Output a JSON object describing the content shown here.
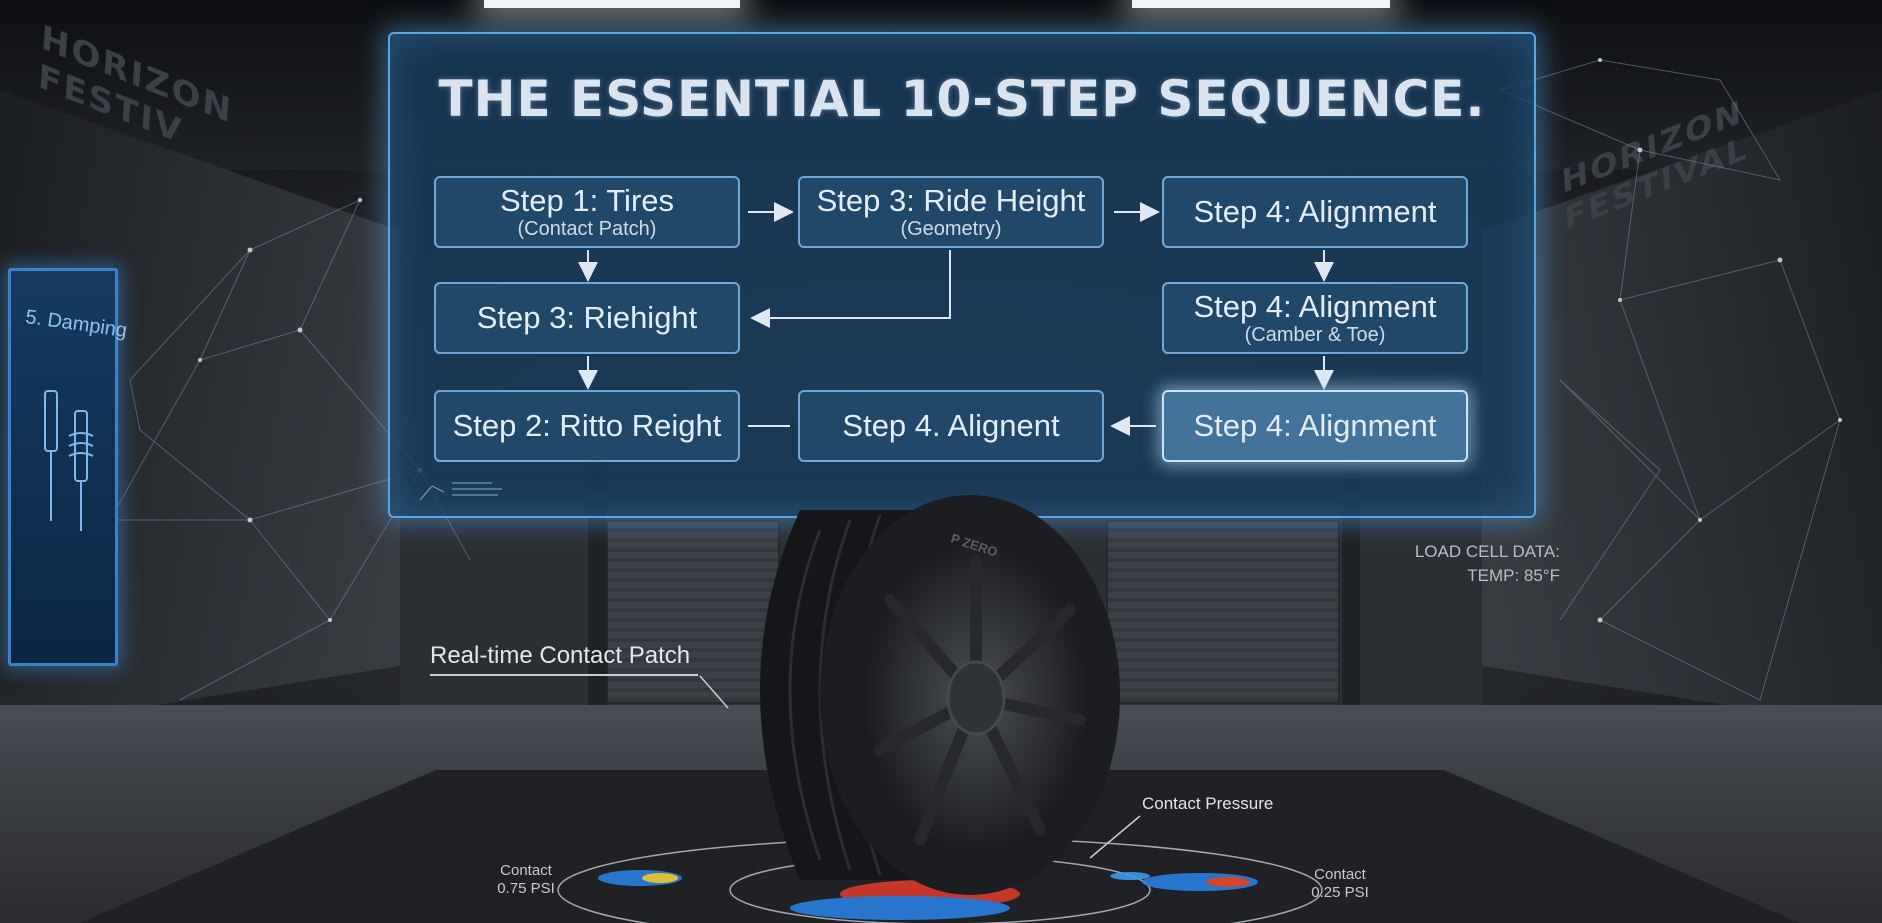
{
  "panel": {
    "title": "THE ESSENTIAL 10-STEP SEQUENCE.",
    "steps": [
      {
        "label": "Step 1: Tires",
        "sub": "(Contact Patch)"
      },
      {
        "label": "Step 3: Ride Height",
        "sub": "(Geometry)"
      },
      {
        "label": "Step 4: Alignment",
        "sub": ""
      },
      {
        "label": "Step 3: Riehight",
        "sub": ""
      },
      {
        "label": "Step 4: Alignment",
        "sub": "(Camber & Toe)"
      },
      {
        "label": "Step 2: Ritto Reight",
        "sub": ""
      },
      {
        "label": "Step 4. Alignent",
        "sub": ""
      },
      {
        "label": "Step 4: Alignment",
        "sub": ""
      }
    ]
  },
  "left_display": {
    "title": "5. Damping"
  },
  "walls": {
    "left_sign": "HORIZON FESTIV",
    "right_sign": "HORIZON FESTIVAL"
  },
  "overlay": {
    "load_cell_line1": "LOAD CELL DATA:",
    "load_cell_line2": "TEMP: 85°F",
    "realtime_label": "Real-time Contact Patch",
    "contact_pressure": "Contact Pressure",
    "left_contact_line1": "Contact",
    "left_contact_line2": "0.75 PSI",
    "right_contact_line1": "Contact",
    "right_contact_line2": "0.25 PSI"
  },
  "tire": {
    "brand": "P ZERO"
  },
  "colors": {
    "panel_border": "#5aa6e6",
    "panel_fill": "#183c5c",
    "box_border": "#6fa8d6",
    "active_border": "#c9e4fa",
    "left_display_border": "#3d82c8"
  }
}
